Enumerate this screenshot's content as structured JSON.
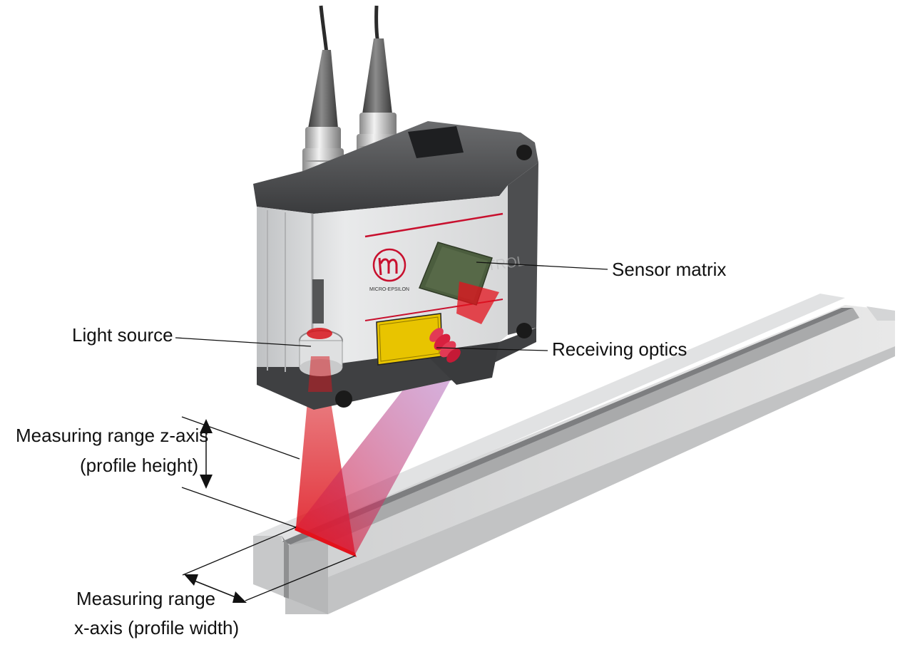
{
  "colors": {
    "laser_red": "#d8141b",
    "housing_gray": "#c9cacb",
    "cap_dark": "#4a4b4d",
    "rail_light": "#dcdcdc",
    "brand_red": "#c8102e"
  },
  "labels": {
    "sensor_matrix": "Sensor matrix",
    "light_source": "Light source",
    "receiving_optics": "Receiving optics",
    "z_axis_line1": "Measuring range z-axis",
    "z_axis_line2": "(profile height)",
    "x_axis_line1": "Measuring range",
    "x_axis_line2": "x-axis (profile width)"
  },
  "device": {
    "brand": "MICRO-EPSILON",
    "product": "scanCONTROL"
  }
}
